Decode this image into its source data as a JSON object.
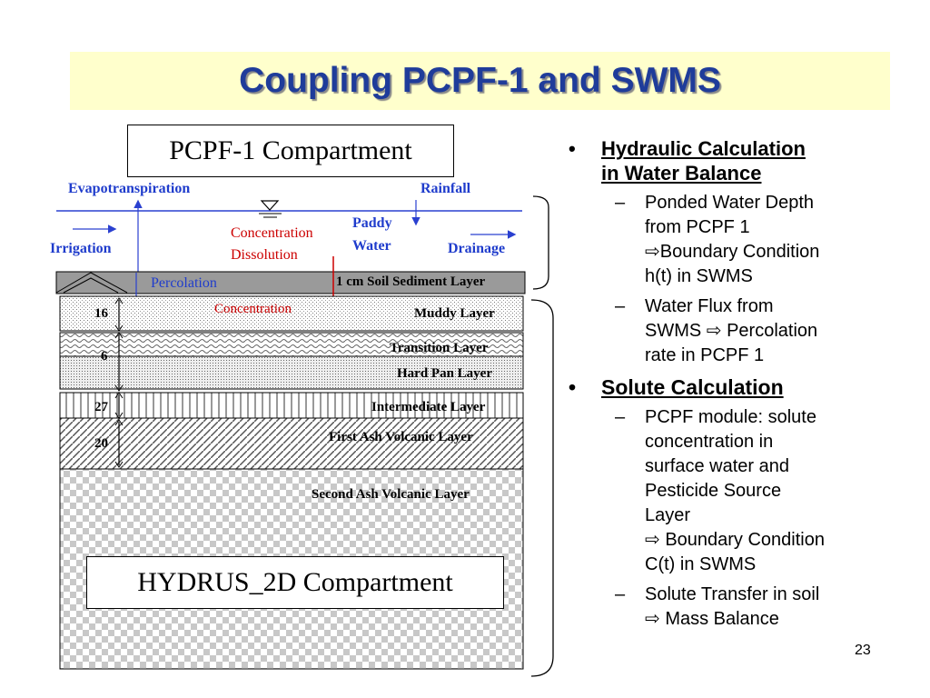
{
  "slide": {
    "title": "Coupling PCPF-1 and SWMS",
    "page_number": "23"
  },
  "diagram": {
    "pcpf_label": "PCPF-1 Compartment",
    "hydrus_label": "HYDRUS_2D Compartment",
    "labels": {
      "evapotranspiration": "Evapotranspiration",
      "rainfall": "Rainfall",
      "irrigation": "Irrigation",
      "concentration_dissolution_1": "Concentration",
      "concentration_dissolution_2": "Dissolution",
      "paddy_water_1": "Paddy",
      "paddy_water_2": "Water",
      "drainage": "Drainage",
      "percolation": "Percolation",
      "concentration": "Concentration"
    },
    "layers": {
      "sediment": "1 cm Soil Sediment Layer",
      "muddy": "Muddy Layer",
      "transition": "Transition Layer",
      "hard_pan": "Hard Pan Layer",
      "intermediate": "Intermediate Layer",
      "first_ash": "First Ash Volcanic Layer",
      "second_ash": "Second Ash Volcanic Layer"
    },
    "depths": {
      "muddy": "16",
      "transition": "6",
      "intermediate": "27",
      "first_ash": "20"
    }
  },
  "bullets": {
    "hydraulic": {
      "heading_1": "Hydraulic Calculation",
      "heading_2": "in Water Balance",
      "item1": [
        "Ponded Water Depth",
        "from PCPF 1",
        "⇨Boundary Condition",
        "h(t) in SWMS"
      ],
      "item2": [
        "Water Flux from",
        "SWMS ⇨ Percolation",
        "rate in PCPF 1"
      ]
    },
    "solute": {
      "heading": "Solute Calculation",
      "item1": [
        "PCPF module: solute",
        "concentration in",
        "surface water and",
        "Pesticide Source",
        "Layer",
        "⇨ Boundary Condition",
        "C(t) in SWMS"
      ],
      "item2": [
        "Solute Transfer in soil",
        "⇨ Mass Balance"
      ]
    }
  },
  "colors": {
    "title": "#1f3c9a",
    "title_band": "#ffffcc",
    "label_blue": "#1f3ccc",
    "label_red": "#cc0000"
  }
}
